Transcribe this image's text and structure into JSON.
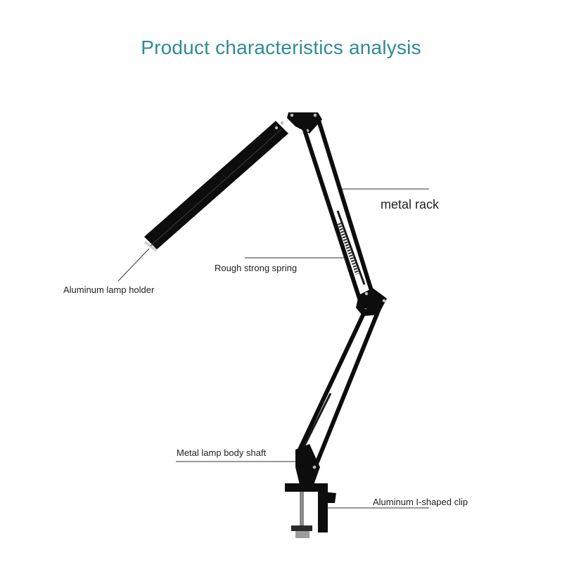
{
  "title": "Product characteristics analysis",
  "callouts": {
    "metal_rack": "metal rack",
    "spring": "Rough strong spring",
    "lamp_holder": "Aluminum lamp holder",
    "body_shaft": "Metal lamp body shaft",
    "clip": "Aluminum I-shaped clip"
  },
  "colors": {
    "title": "#2e8b95",
    "lamp": "#0d0d0d",
    "leader_line": "#333333"
  }
}
